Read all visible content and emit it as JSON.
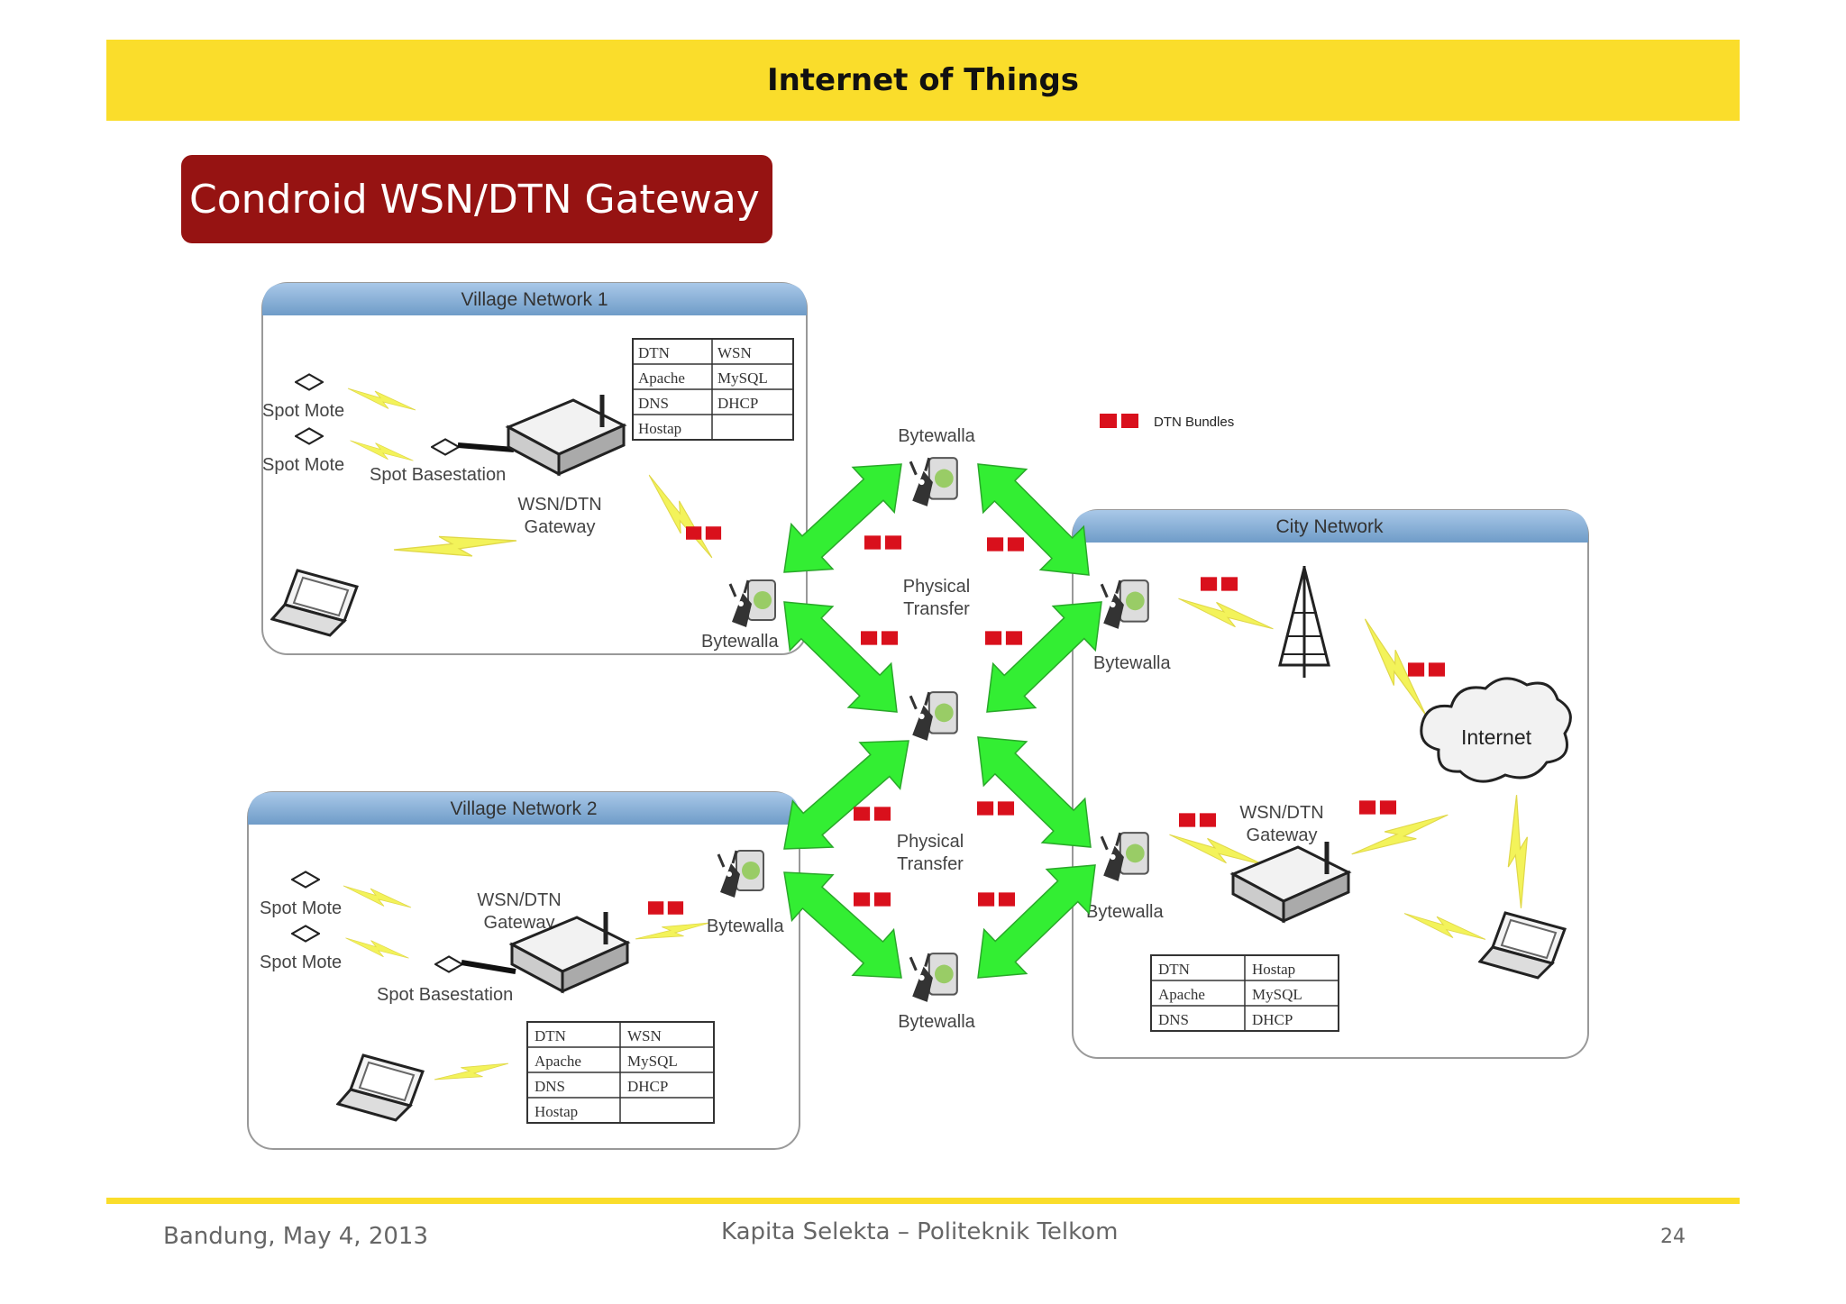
{
  "header": {
    "title": "Internet of Things"
  },
  "section": {
    "title": "Condroid WSN/DTN Gateway"
  },
  "diagram": {
    "legend": {
      "label": "DTN Bundles",
      "color": "#d9101c"
    },
    "village1": {
      "title": "Village Network 1",
      "spot_mote_1": "Spot Mote",
      "spot_mote_2": "Spot Mote",
      "basestation": "Spot Basestation",
      "gateway_line1": "WSN/DTN",
      "gateway_line2": "Gateway",
      "bytewalla": "Bytewalla",
      "table": [
        [
          "DTN",
          "WSN"
        ],
        [
          "Apache",
          "MySQL"
        ],
        [
          "DNS",
          "DHCP"
        ],
        [
          "Hostap",
          ""
        ]
      ]
    },
    "village2": {
      "title": "Village Network 2",
      "spot_mote_1": "Spot Mote",
      "spot_mote_2": "Spot Mote",
      "basestation": "Spot Basestation",
      "gateway_line1": "WSN/DTN",
      "gateway_line2": "Gateway",
      "bytewalla": "Bytewalla",
      "table": [
        [
          "DTN",
          "WSN"
        ],
        [
          "Apache",
          "MySQL"
        ],
        [
          "DNS",
          "DHCP"
        ],
        [
          "Hostap",
          ""
        ]
      ]
    },
    "city": {
      "title": "City Network",
      "bytewalla_1": "Bytewalla",
      "bytewalla_2": "Bytewalla",
      "internet": "Internet",
      "gateway_line1": "WSN/DTN",
      "gateway_line2": "Gateway",
      "table": [
        [
          "DTN",
          "Hostap"
        ],
        [
          "Apache",
          "MySQL"
        ],
        [
          "DNS",
          "DHCP"
        ]
      ]
    },
    "center": {
      "bytewalla_top": "Bytewalla",
      "bytewalla_bottom": "Bytewalla",
      "physical_transfer_1a": "Physical",
      "physical_transfer_1b": "Transfer",
      "physical_transfer_2a": "Physical",
      "physical_transfer_2b": "Transfer"
    },
    "colors": {
      "arrow": "#33ee33",
      "lightning": "#f3f35a",
      "panel_header": "#8db3d9"
    }
  },
  "footer": {
    "left": "Bandung, May 4, 2013",
    "center": "Kapita Selekta – Politeknik Telkom",
    "page_number": "24"
  }
}
